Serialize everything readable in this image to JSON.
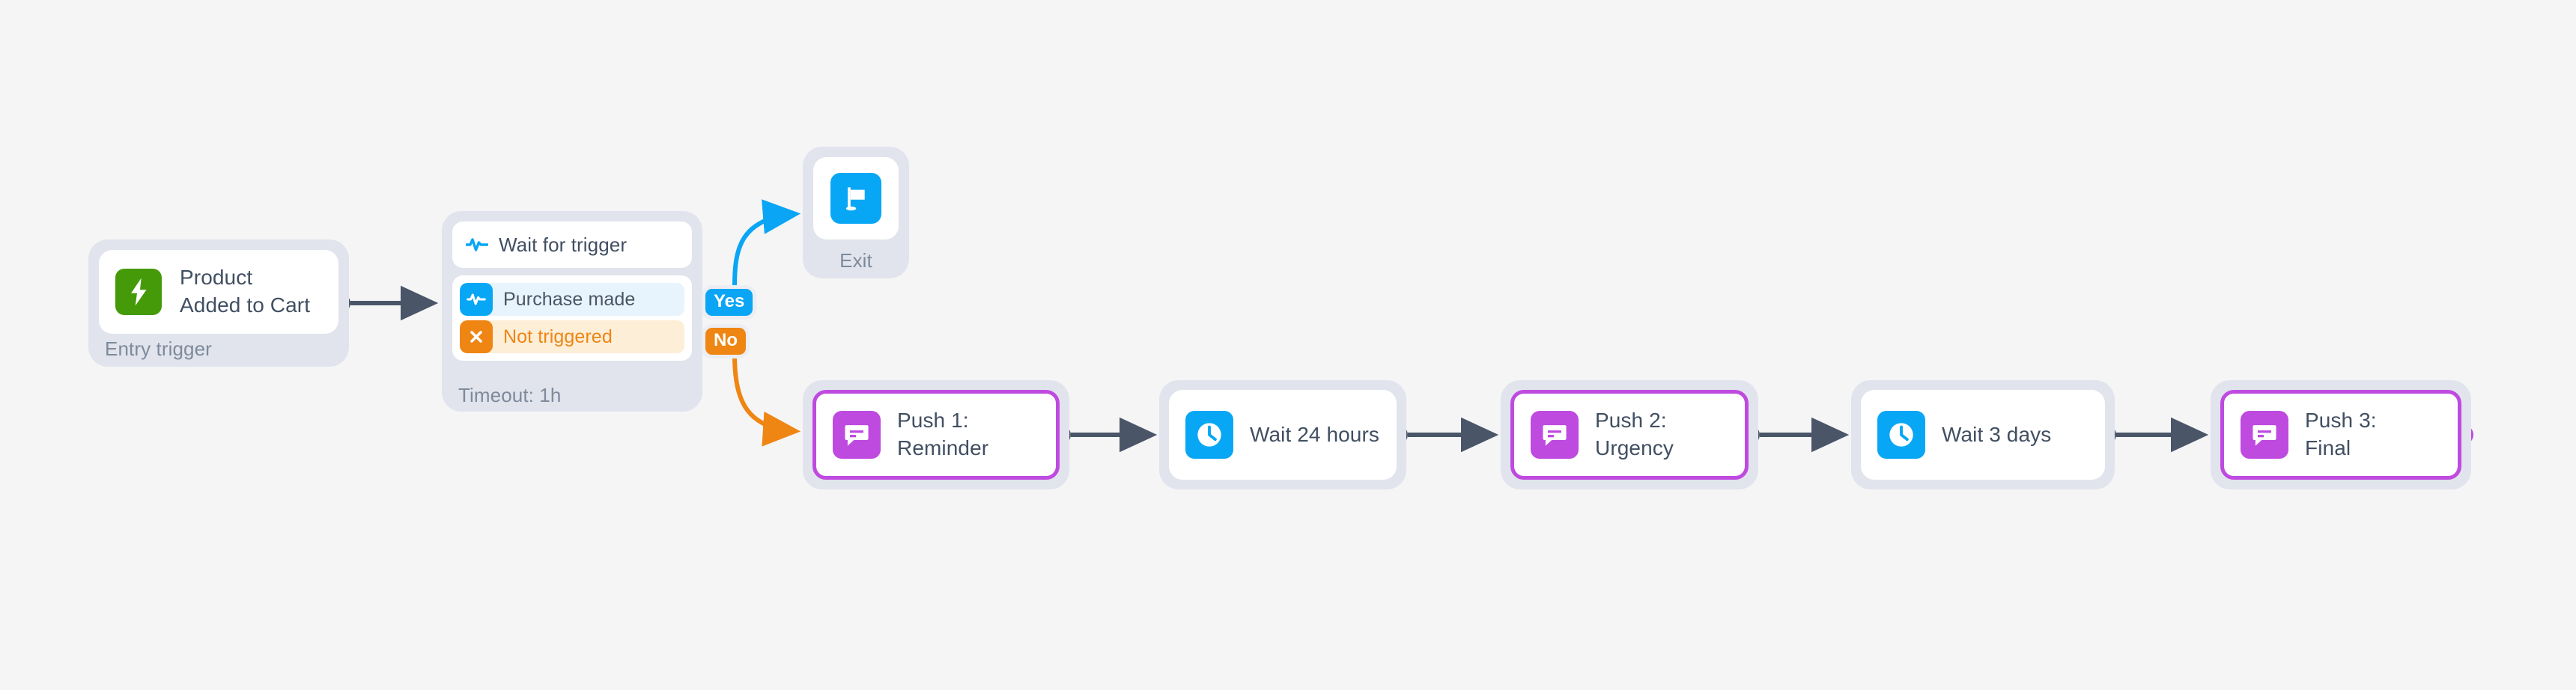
{
  "canvas": {
    "background": "#f5f5f6",
    "node_halo": "#e1e4ec"
  },
  "colors": {
    "green": "#459a09",
    "blue": "#07a7f5",
    "purple": "#bf4ae0",
    "orange": "#ef8512",
    "text": "#414f62",
    "muted": "#7e8a9c",
    "wire": "#4a5568",
    "wire_yes": "#0aa5f5",
    "wire_no": "#ef8512"
  },
  "entry": {
    "label": "Product\nAdded to Cart",
    "caption": "Entry trigger",
    "icon": "lightning-bolt-icon"
  },
  "wait_for_trigger": {
    "header_label": "Wait for trigger",
    "header_icon": "activity-pulse-icon",
    "caption": "Timeout: 1h",
    "conditions": [
      {
        "label": "Purchase made",
        "icon": "activity-pulse-icon",
        "state": "yes"
      },
      {
        "label": "Not triggered",
        "icon": "close-x-icon",
        "state": "no"
      }
    ]
  },
  "branches": {
    "yes_label": "Yes",
    "no_label": "No"
  },
  "exit": {
    "caption": "Exit",
    "icon": "flag-icon"
  },
  "steps": [
    {
      "id": "push1",
      "label": "Push 1:\nReminder",
      "icon": "message-bubble-icon",
      "accent": "purple"
    },
    {
      "id": "wait24",
      "label": "Wait 24 hours",
      "icon": "clock-icon",
      "accent": "blue"
    },
    {
      "id": "push2",
      "label": "Push 2:\nUrgency",
      "icon": "message-bubble-icon",
      "accent": "purple"
    },
    {
      "id": "wait3",
      "label": "Wait 3 days",
      "icon": "clock-icon",
      "accent": "blue"
    },
    {
      "id": "push3",
      "label": "Push 3:\nFinal",
      "icon": "message-bubble-icon",
      "accent": "purple"
    }
  ]
}
